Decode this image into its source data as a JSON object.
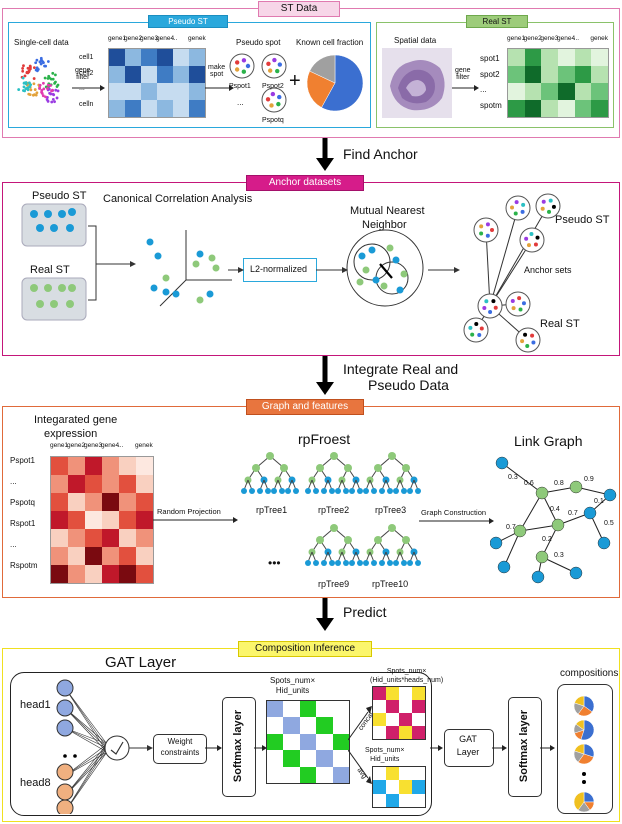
{
  "top": {
    "title": "ST Data",
    "pseudo_tag": "Pseudo ST",
    "real_tag": "Real ST",
    "single_cell": "Single-cell data",
    "gene_filter": "gene\nfilter",
    "make_spot": "make\nspot",
    "pseudo_spot": "Pseudo spot",
    "known_fraction": "Known cell fraction",
    "spatial_data": "Spatial data",
    "genes": [
      "gene1",
      "gene2",
      "gene3",
      "gene4",
      "...",
      "genek"
    ],
    "cells": [
      "cell1",
      "cell2",
      "...",
      "celln"
    ],
    "pspots": [
      "Pspot1",
      "Pspot2",
      "...",
      "Pspotq"
    ],
    "spots": [
      "spot1",
      "spot2",
      "...",
      "spotm"
    ]
  },
  "steps": {
    "find_anchor": "Find Anchor",
    "integrate_1": "Integrate Real and",
    "integrate_2": "Pseudo Data",
    "predict": "Predict"
  },
  "anchor": {
    "tag": "Anchor datasets",
    "pseudo_st": "Pseudo ST",
    "real_st": "Real ST",
    "cca": "Canonical Correlation Analysis",
    "l2": "L2-normalized",
    "mnn_1": "Mutual Nearest",
    "mnn_2": "Neighbor",
    "pseudo_st_r": "Pseudo ST",
    "anchor_sets": "Anchor sets",
    "real_st_r": "Real ST"
  },
  "graph": {
    "tag": "Graph and features",
    "integrated_1": "Integarated gene",
    "integrated_2": "expression",
    "rows": [
      "Pspot1",
      "...",
      "Pspotq",
      "Rspot1",
      "...",
      "Rspotm"
    ],
    "random_projection": "Random Projection",
    "rpforest": "rpFroest",
    "trees": [
      "rpTree1",
      "rpTree2",
      "rpTree3",
      "rpTree9",
      "rpTree10"
    ],
    "dots": "•••",
    "graph_construction": "Graph Construction",
    "link_graph": "Link Graph",
    "weights": [
      "0.3",
      "0.6",
      "0.8",
      "0.9",
      "0.1",
      "0.7",
      "0.5",
      "0.4",
      "0.7",
      "0.2",
      "0.3"
    ]
  },
  "inference": {
    "tag": "Composition Inference",
    "gat_title": "GAT Layer",
    "head1": "head1",
    "head8": "head8",
    "weight_constraints": "Weight constraints",
    "softmax": "Softmax layer",
    "spots_hid": "Spots_num×\nHid_units",
    "concat": "concat",
    "avg": "avg",
    "spots_hid_heads": "Spots_num×\n(Hid_units*heads_num)",
    "spots_hid_2": "Spots_num×\nHid_units",
    "gat_layer": "GAT\nLayer",
    "softmax_2": "Softmax layer",
    "compositions": "compositions"
  },
  "colors": {
    "pink": "#e07ab0",
    "blue": "#2aa8dc",
    "green": "#8ac26a",
    "magenta": "#c4167a",
    "orange": "#e06a3a",
    "yellow": "#f0e020",
    "dot_blue": "#1a9ad6",
    "dot_green": "#8ec97a"
  }
}
